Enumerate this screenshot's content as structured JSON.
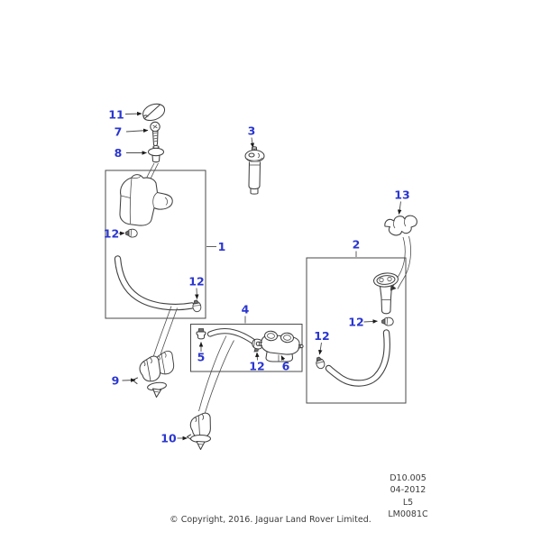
{
  "callouts": {
    "n1": "1",
    "n2": "2",
    "n3": "3",
    "n4": "4",
    "n5": "5",
    "n6": "6",
    "n7": "7",
    "n8": "8",
    "n9": "9",
    "n10": "10",
    "n11": "11",
    "n12": "12",
    "n13": "13"
  },
  "doc_info": {
    "section": "D10.005",
    "date": "04-2012",
    "model": "L5",
    "figure": "LM0081C"
  },
  "footer": {
    "copyright": "© Copyright, 2016. Jaguar Land Rover Limited."
  },
  "colors": {
    "callout": "#2a36cf",
    "artwork": "#404040"
  }
}
